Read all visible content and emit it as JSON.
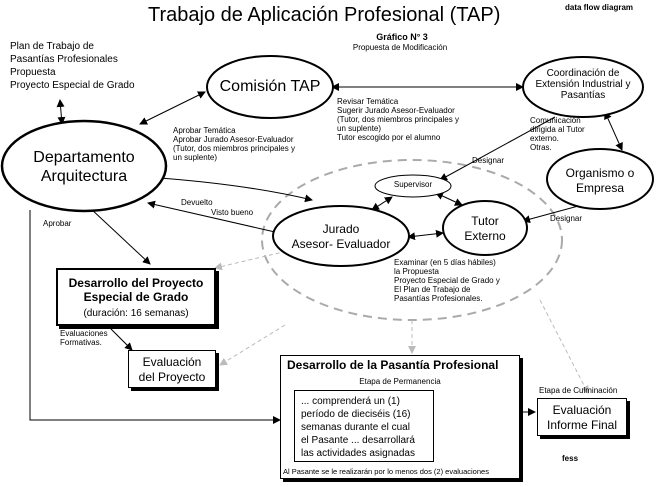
{
  "title": "Trabajo de Aplicación Profesional (TAP)",
  "corner_tag": "data flow diagram",
  "grafico": "Gráfico N° 3",
  "grafico_sub": "Propuesta de Modificación",
  "left_top_text": "Plan de Trabajo de\nPasantías Profesionales\nPropuesta\nProyecto Especial de Grado",
  "nodes": {
    "comision": "Comisión TAP",
    "coordinacion": "Coordinación de\nExtensión Industrial y\nPasantías",
    "departamento": "Departamento\nArquitectura",
    "organismo": "Organismo o\nEmpresa",
    "supervisor": "Supervisor",
    "jurado": "Jurado\nAsesor- Evaluador",
    "tutor": "Tutor\nExterno"
  },
  "boxes": {
    "desarrollo_proyecto_title": "Desarrollo del Proyecto\nEspecial de Grado",
    "desarrollo_proyecto_dur": "(duración: 16 semanas)",
    "evaluacion_proyecto": "Evaluación\ndel Proyecto",
    "pasantia_title": "Desarrollo de la Pasantía Profesional",
    "etapa_permanencia": "Etapa de Permanencia",
    "pasantia_body": "... comprenderá un (1)\nperíodo de dieciséis (16)\nsemanas durante el cual\nel Pasante ... desarrollará\nlas actividades asignadas",
    "pasantia_footer": "Al Pasante se le realizarán por lo menos dos (2) evaluaciones",
    "etapa_culminacion": "Etapa de Culminación",
    "evaluacion_final": "Evaluación\nInforme Final"
  },
  "labels": {
    "revisar": "Revisar Temática\nSugerir Jurado Asesor-Evaluador\n(Tutor, dos miembros principales y\nun suplente)\nTutor escogido por el alumno",
    "aprobar_tematica": "Aprobar Temática\nAprobar Jurado Asesor-Evaluador\n(Tutor, dos miembros principales y\nun suplente)",
    "comunicacion": "Comunicación\ndirigida al Tutor\nexterno.\nOtras.",
    "designar1": "Designar",
    "designar2": "Designar",
    "devuelto": "Devuelto",
    "visto_bueno": "Visto bueno",
    "aprobar": "Aprobar",
    "examinar": "Examinar (en 5 días hábiles)\nla Propuesta\nProyecto Especial de Grado y\nEl Plan de Trabajo de\nPasantías Profesionales.",
    "evaluaciones": "Evaluaciones\nFormativas.",
    "fess": "fess"
  }
}
